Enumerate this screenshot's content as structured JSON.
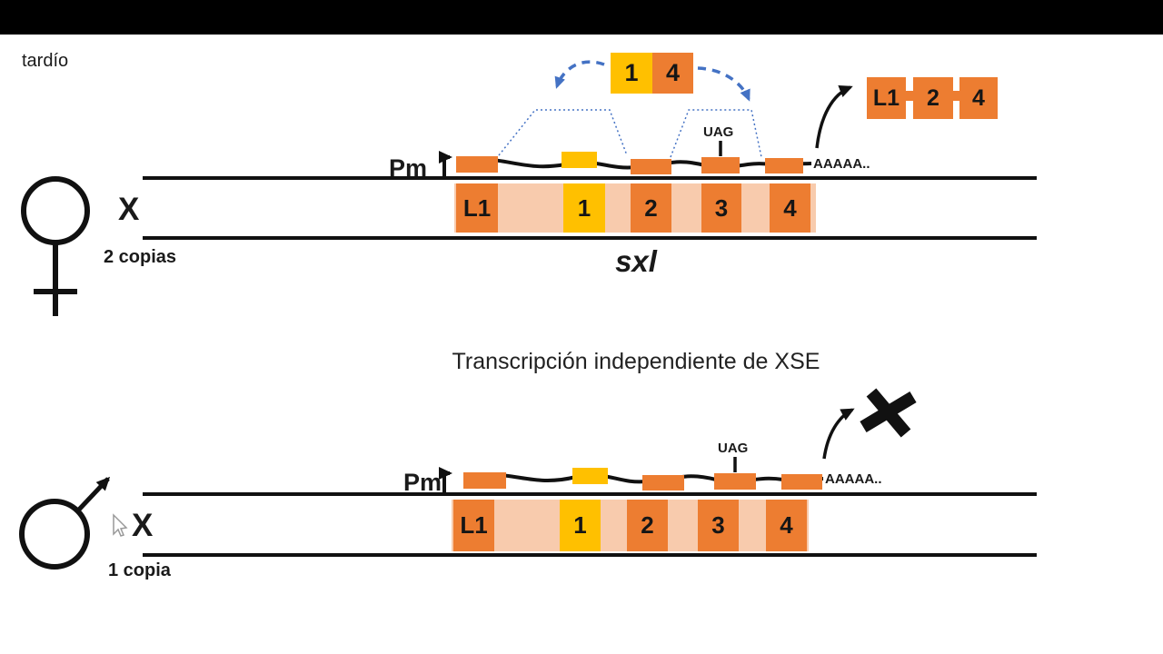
{
  "stage_label": "tardío",
  "title": "Transcripción independiente de XSE",
  "colors": {
    "exon_orange": "#ED7D31",
    "exon_yellow": "#FFC000",
    "intron_band": "#F8CBAD",
    "splice_blue": "#4472C4",
    "ink": "#111111"
  },
  "female": {
    "chromosome": "X",
    "copies": "2 copias",
    "gene_name": "sxl",
    "promoter": "Pm",
    "stop_codon": "UAG",
    "poly_a": "AAAAA..",
    "gene_exons": [
      "L1",
      "1",
      "2",
      "3",
      "4"
    ],
    "spliced_out": [
      "1",
      "4"
    ],
    "protein_exons": [
      "L1",
      "2",
      "4"
    ]
  },
  "male": {
    "chromosome": "X",
    "copies": "1 copia",
    "promoter": "Pm",
    "stop_codon": "UAG",
    "poly_a": "AAAAA..",
    "gene_exons": [
      "L1",
      "1",
      "2",
      "3",
      "4"
    ]
  }
}
